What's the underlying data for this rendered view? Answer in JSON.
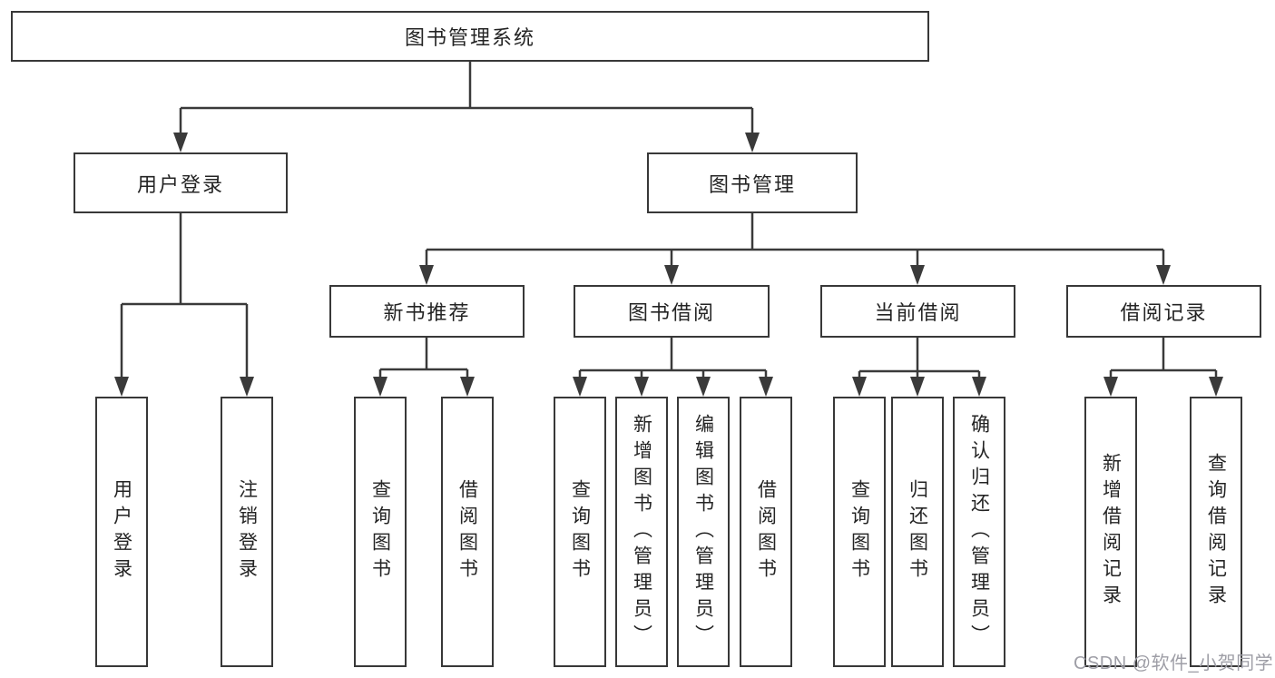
{
  "tree": {
    "root": {
      "label": "图书管理系统",
      "children": [
        {
          "label": "用户登录",
          "children": [
            {
              "label": "用户登录"
            },
            {
              "label": "注销登录"
            }
          ]
        },
        {
          "label": "图书管理",
          "children": [
            {
              "label": "新书推荐",
              "children": [
                {
                  "label": "查询图书"
                },
                {
                  "label": "借阅图书"
                }
              ]
            },
            {
              "label": "图书借阅",
              "children": [
                {
                  "label": "查询图书"
                },
                {
                  "label": "新增图书（管理员）"
                },
                {
                  "label": "编辑图书（管理员）"
                },
                {
                  "label": "借阅图书"
                }
              ]
            },
            {
              "label": "当前借阅",
              "children": [
                {
                  "label": "查询图书"
                },
                {
                  "label": "归还图书"
                },
                {
                  "label": "确认归还（管理员）"
                }
              ]
            },
            {
              "label": "借阅记录",
              "children": [
                {
                  "label": "新增借阅记录"
                },
                {
                  "label": "查询借阅记录"
                }
              ]
            }
          ]
        }
      ]
    }
  },
  "watermark": "CSDN @软件_小贺同学",
  "colors": {
    "background": "#ffffff",
    "box_border": "#383838",
    "connector_line": "#3a3a3a",
    "text": "#242424",
    "watermark_text": "#9e9ea6"
  }
}
